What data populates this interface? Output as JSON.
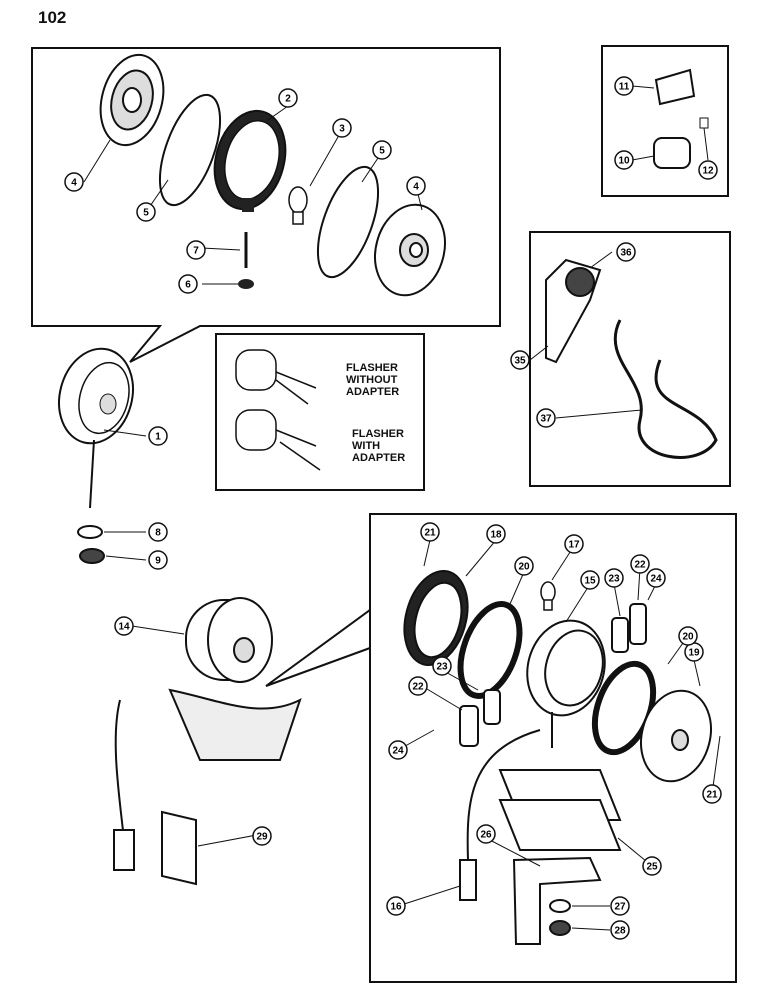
{
  "page_number": "102",
  "flasher_labels": {
    "without_adapter": [
      "FLASHER",
      "WITHOUT",
      "ADAPTER"
    ],
    "with_adapter": [
      "FLASHER",
      "WITH",
      "ADAPTER"
    ]
  },
  "callouts": [
    "1",
    "2",
    "3",
    "4",
    "4",
    "5",
    "5",
    "6",
    "7",
    "8",
    "9",
    "10",
    "11",
    "12",
    "14",
    "15",
    "16",
    "17",
    "18",
    "19",
    "20",
    "20",
    "21",
    "21",
    "22",
    "22",
    "23",
    "23",
    "24",
    "24",
    "25",
    "26",
    "27",
    "28",
    "29",
    "35",
    "36",
    "37"
  ]
}
